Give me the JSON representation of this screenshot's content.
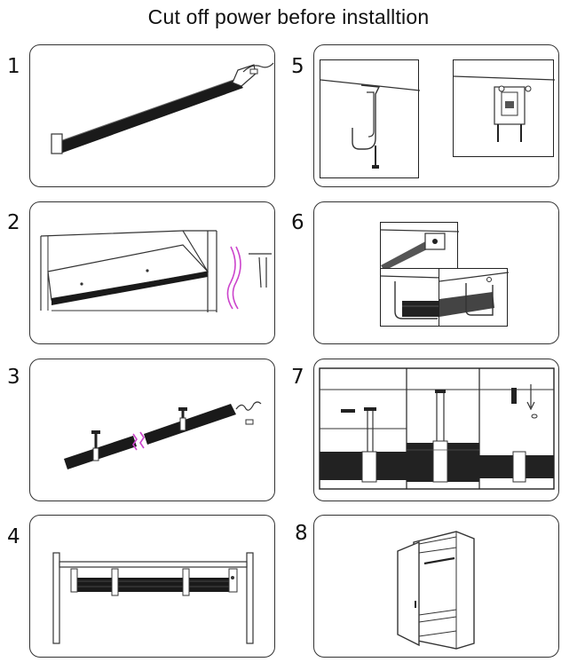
{
  "title": "Cut off power before installtion",
  "steps": [
    {
      "number": "1"
    },
    {
      "number": "2"
    },
    {
      "number": "3"
    },
    {
      "number": "4"
    },
    {
      "number": "5"
    },
    {
      "number": "6"
    },
    {
      "number": "7"
    },
    {
      "number": "8"
    }
  ],
  "colors": {
    "outline": "#333333",
    "bar": "#1a1a1a",
    "cut_mark": "#cc44cc",
    "background": "#ffffff"
  }
}
